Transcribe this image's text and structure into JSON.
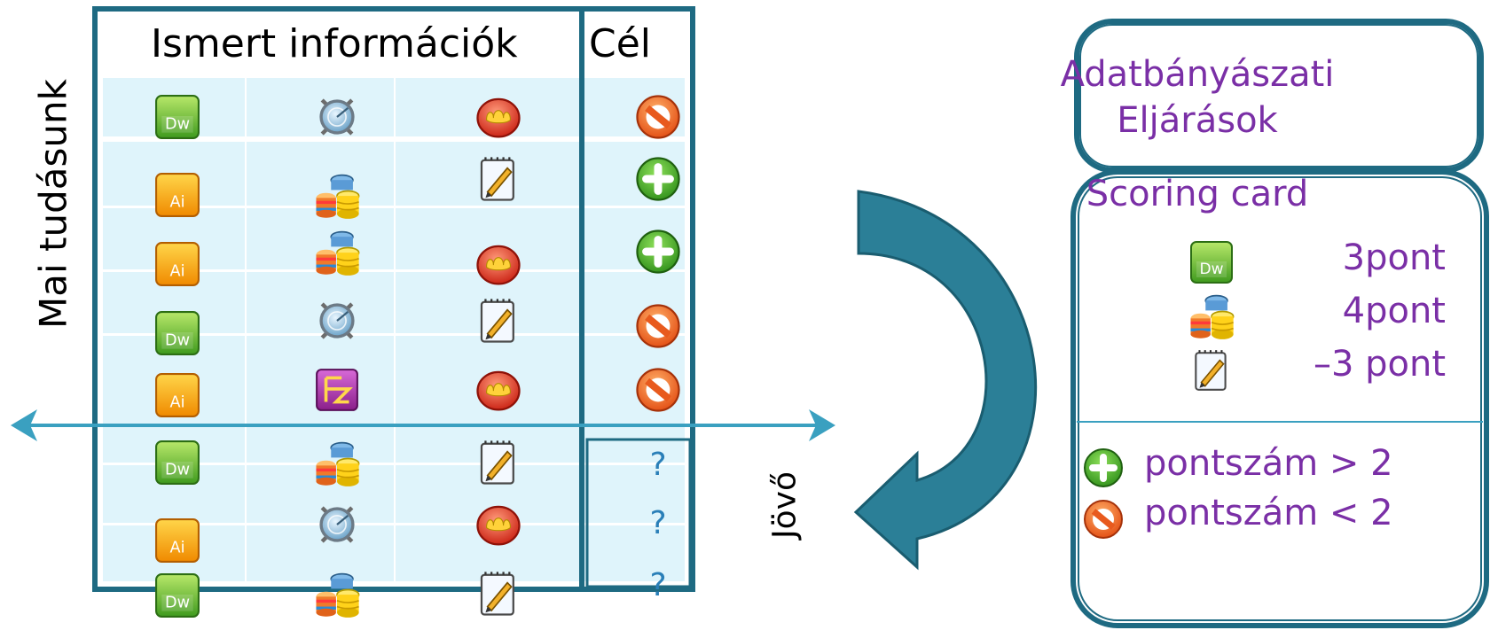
{
  "table": {
    "header_known": "Ismert információk",
    "header_target": "Cél",
    "rows": [
      {
        "c1": "dw-icon",
        "c2": "radar-icon",
        "c3": "flower-icon",
        "target": "forbidden-icon"
      },
      {
        "c1": "ai-icon",
        "c2": "database-icon",
        "c3": "notepad-icon",
        "target": "plus-icon"
      },
      {
        "c1": "ai-icon",
        "c2": "database-icon",
        "c3": "flower-icon",
        "target": "plus-icon"
      },
      {
        "c1": "dw-icon",
        "c2": "radar-icon",
        "c3": "notepad-icon",
        "target": "forbidden-icon"
      },
      {
        "c1": "ai-icon",
        "c2": "fz-icon",
        "c3": "flower-icon",
        "target": "forbidden-icon"
      },
      {
        "c1": "dw-icon",
        "c2": "database-icon",
        "c3": "notepad-icon",
        "target": "?"
      },
      {
        "c1": "ai-icon",
        "c2": "radar-icon",
        "c3": "flower-icon",
        "target": "?"
      },
      {
        "c1": "dw-icon",
        "c2": "database-icon",
        "c3": "notepad-icon",
        "target": "?"
      }
    ],
    "icon_labels": {
      "dw": "Dw",
      "ai": "Ai"
    }
  },
  "labels": {
    "present_knowledge": "Mai tudásunk",
    "future": "Jövő"
  },
  "panel": {
    "title_line1": "Adatbányászati",
    "title_line2": "Eljárások",
    "card_title": "Scoring card",
    "scores": [
      {
        "icon": "dw-icon",
        "value": "3pont"
      },
      {
        "icon": "database-icon",
        "value": "4pont"
      },
      {
        "icon": "notepad-icon",
        "value": "–3 pont"
      }
    ],
    "rules": [
      {
        "icon": "plus-icon",
        "text": "pontszám > 2"
      },
      {
        "icon": "forbidden-icon",
        "text": "pontszám < 2"
      }
    ]
  },
  "colors": {
    "frame": "#1e6a82",
    "row_fill": "#dff4fb",
    "axis": "#3aa0c0",
    "panel_text": "#7a2fa6",
    "question": "#2a7fb8"
  }
}
